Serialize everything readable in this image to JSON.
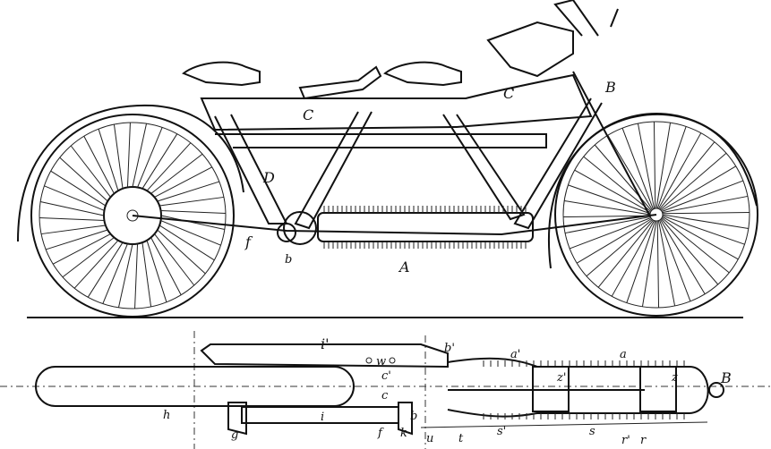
{
  "elevation_labels": {
    "C1": "C",
    "C2": "C",
    "B": "B",
    "D": "D",
    "A": "A",
    "f": "f",
    "b": "b"
  },
  "plan_labels": {
    "i_prime": "i'",
    "b_prime": "b'",
    "w": "w",
    "c_prime": "c'",
    "c": "c",
    "a_prime": "a'",
    "a": "a",
    "z_prime": "z'",
    "z": "z",
    "B": "B",
    "h": "h",
    "g": "g",
    "i": "i",
    "f": "f",
    "k": "k",
    "b": "b",
    "u": "u",
    "t": "t",
    "s_prime": "s'",
    "s": "s",
    "r_prime": "r'",
    "r": "r"
  }
}
